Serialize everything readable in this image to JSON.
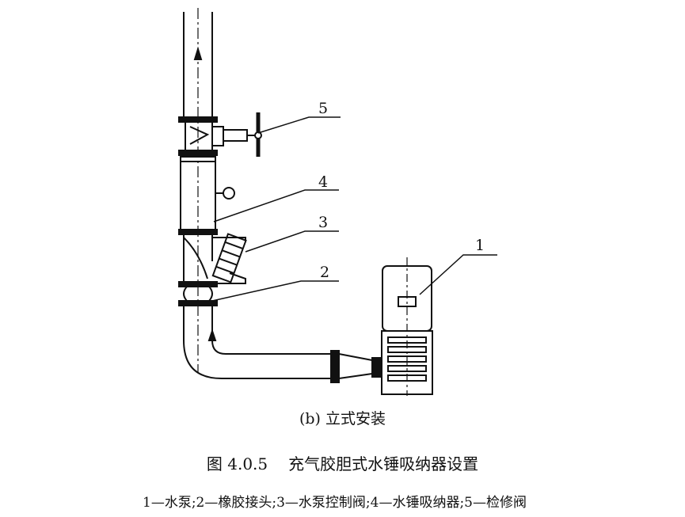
{
  "diagram": {
    "labels": [
      "1",
      "2",
      "3",
      "4",
      "5"
    ],
    "subcaption": "(b) 立式安装",
    "figure_number": "图 4.0.5",
    "figure_title": "充气胶胆式水锤吸纳器设置",
    "legend": "1—水泵;2—橡胶接头;3—水泵控制阀;4—水锤吸纳器;5—检修阀"
  }
}
